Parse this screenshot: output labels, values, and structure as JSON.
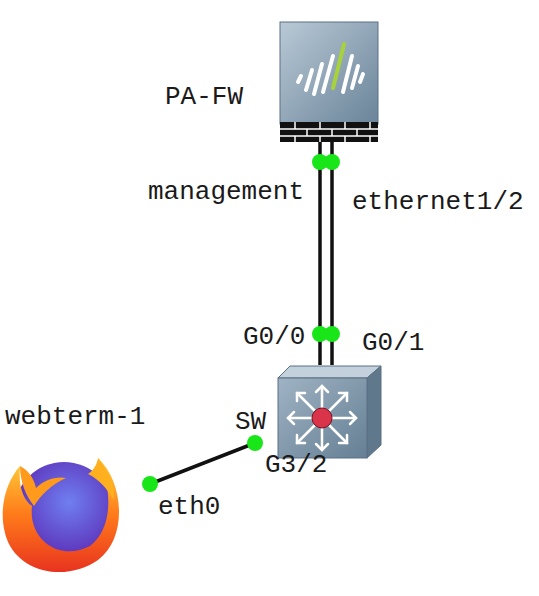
{
  "diagram": {
    "nodes": [
      {
        "text": [
          "PA-FW"
        ]
      },
      {
        "text": [
          "SW"
        ]
      },
      {
        "text": [
          "webterm-1"
        ]
      }
    ],
    "edges": [
      {
        "from": 0,
        "to": 1,
        "arrow": "none"
      },
      {
        "from": 0,
        "to": 1,
        "arrow": "none"
      },
      {
        "from": 1,
        "to": 2,
        "arrow": "none"
      }
    ],
    "labels": [
      "management",
      "ethernet1/2",
      "G0/0",
      "G0/1",
      "G3/2",
      "eth0"
    ]
  }
}
